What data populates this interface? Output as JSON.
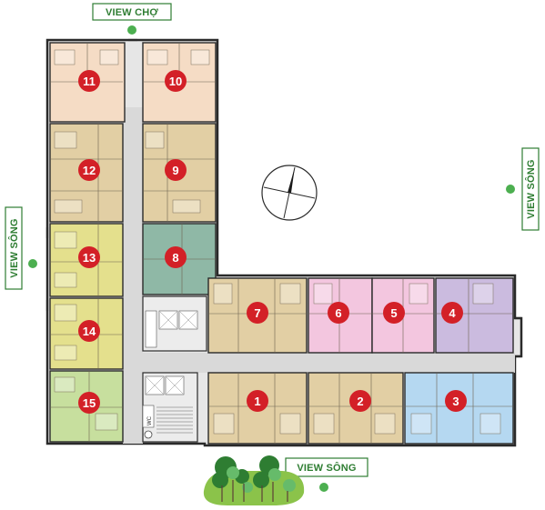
{
  "views": {
    "market_top": "VIEW CHỢ",
    "river_left": "VIEW SÔNG",
    "river_right": "VIEW SÔNG",
    "river_bottom": "VIEW SÔNG"
  },
  "wc_label": "WC",
  "units": [
    {
      "number": "1",
      "color": "#e2cfa4"
    },
    {
      "number": "2",
      "color": "#e2cfa4"
    },
    {
      "number": "3",
      "color": "#b5d8f1"
    },
    {
      "number": "4",
      "color": "#cbbbdf"
    },
    {
      "number": "5",
      "color": "#f3c6df"
    },
    {
      "number": "6",
      "color": "#f3c6df"
    },
    {
      "number": "7",
      "color": "#e2cfa4"
    },
    {
      "number": "8",
      "color": "#8fb8a6"
    },
    {
      "number": "9",
      "color": "#e2cfa4"
    },
    {
      "number": "10",
      "color": "#f5dcc5"
    },
    {
      "number": "11",
      "color": "#f5dcc5"
    },
    {
      "number": "12",
      "color": "#e2cfa4"
    },
    {
      "number": "13",
      "color": "#e4e08d"
    },
    {
      "number": "14",
      "color": "#e4e08d"
    },
    {
      "number": "15",
      "color": "#c7df9e"
    }
  ],
  "colors": {
    "badge": "#d32027",
    "corridor": "#d9d9d9",
    "view_green": "#2e7d32",
    "tree_green": "#4caf50"
  }
}
